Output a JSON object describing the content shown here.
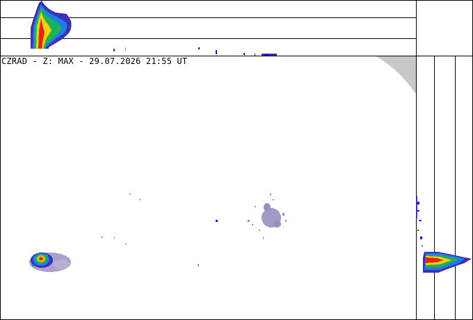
{
  "product": {
    "title": "CZRAD - Z: MAX - 29.07.2026 21:55 UT",
    "source": "CZRAD",
    "quantity": "Z",
    "projection": "MAX",
    "date": "29.07.2026",
    "time": "21:55 UT"
  },
  "colors": {
    "background": "#ffffff",
    "frame": "#000000",
    "outside_range": "#c8c8c8",
    "reflectivity_scale": [
      "#9b8fbf",
      "#3a2fbe",
      "#1a10d8",
      "#1f7fe0",
      "#19b3c9",
      "#19b35a",
      "#5cc41f",
      "#c4d60f",
      "#f2d00a",
      "#f28f0a",
      "#e8250c",
      "#c4094a"
    ]
  }
}
